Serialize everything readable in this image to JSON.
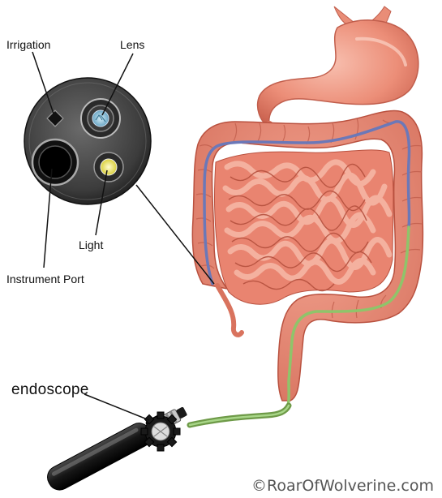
{
  "labels": {
    "irrigation": "Irrigation",
    "lens": "Lens",
    "light": "Light",
    "instrument_port": "Instrument Port",
    "endoscope": "endoscope"
  },
  "credit": "©RoarOfWolverine.com",
  "colors": {
    "organ": "#e8806a",
    "organ_highlight": "#f6b3a2",
    "organ_shadow": "#c85a48",
    "scope_blue": "#6b78b8",
    "scope_green": "#8fc46a",
    "scope_body": "#1c1c1c"
  }
}
